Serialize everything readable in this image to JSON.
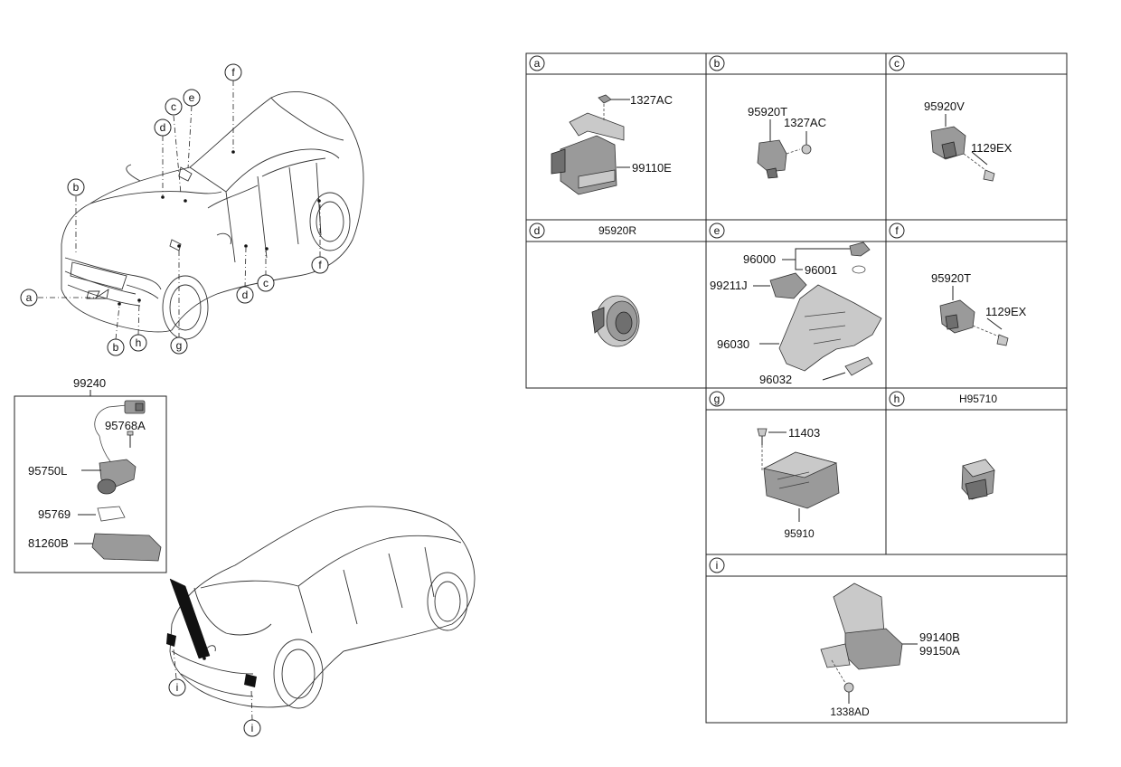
{
  "callouts": {
    "car_front": {
      "a": "a",
      "b1": "b",
      "b2": "b",
      "c1": "c",
      "c2": "c",
      "d1": "d",
      "d2": "d",
      "e": "e",
      "f1": "f",
      "f2": "f",
      "g": "g",
      "h": "h"
    },
    "car_rear": {
      "i1": "i",
      "i2": "i"
    }
  },
  "detail_box": {
    "title": "99240",
    "parts": [
      "95768A",
      "95750L",
      "95769",
      "81260B"
    ]
  },
  "cells": {
    "a": {
      "letter": "a",
      "title": "",
      "parts": [
        "1327AC",
        "99110E"
      ]
    },
    "b": {
      "letter": "b",
      "title": "",
      "parts": [
        "95920T",
        "1327AC"
      ]
    },
    "c": {
      "letter": "c",
      "title": "",
      "parts": [
        "95920V",
        "1129EX"
      ]
    },
    "d": {
      "letter": "d",
      "title": "95920R",
      "parts": []
    },
    "e": {
      "letter": "e",
      "title": "",
      "parts": [
        "96000",
        "96001",
        "99211J",
        "96030",
        "96032"
      ]
    },
    "f": {
      "letter": "f",
      "title": "",
      "parts": [
        "95920T",
        "1129EX"
      ]
    },
    "g": {
      "letter": "g",
      "title": "",
      "parts": [
        "11403",
        "95910"
      ]
    },
    "h": {
      "letter": "h",
      "title": "H95710",
      "parts": []
    },
    "i": {
      "letter": "i",
      "title": "",
      "parts": [
        "99140B",
        "99150A",
        "1338AD"
      ]
    }
  }
}
